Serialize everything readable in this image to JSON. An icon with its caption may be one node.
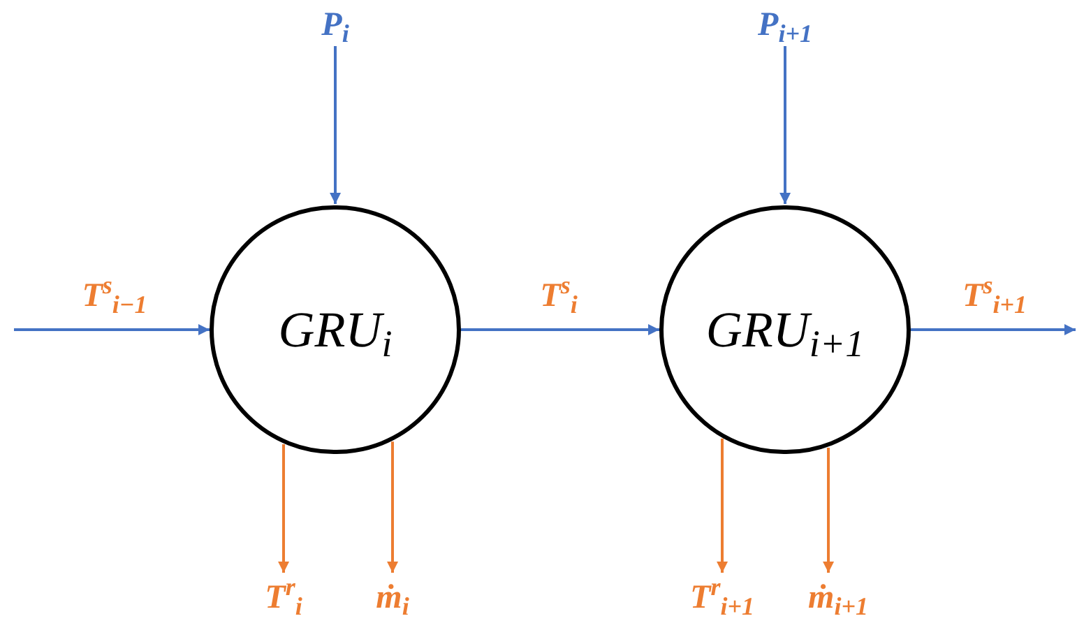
{
  "diagram": {
    "nodes": [
      {
        "text": [
          "P$_{i}$"
        ]
      },
      {
        "text": [
          "P$_{i+1}$"
        ]
      },
      {
        "text": [
          "GRU$_{i}$"
        ]
      },
      {
        "text": [
          "GRU$_{i+1}$"
        ]
      },
      {
        "text": [
          "T$^{r}$$_{i}$"
        ]
      },
      {
        "text": [
          "ṁ$_{i}$"
        ]
      },
      {
        "text": [
          "T$^{r}$$_{i+1}$"
        ]
      },
      {
        "text": [
          "ṁ$_{i+1}$"
        ]
      }
    ],
    "edges": [
      {
        "from": null,
        "to": 2,
        "arrow": "to",
        "label": "T$^{s}$$_{i−1}$",
        "color": "#4472c4"
      },
      {
        "from": 2,
        "to": 3,
        "arrow": "to",
        "label": "T$^{s}$$_{i}$",
        "color": "#4472c4"
      },
      {
        "from": 3,
        "to": null,
        "arrow": "to",
        "label": "T$^{s}$$_{i+1}$",
        "color": "#4472c4"
      },
      {
        "from": 0,
        "to": 2,
        "arrow": "to",
        "color": "#4472c4"
      },
      {
        "from": 1,
        "to": 3,
        "arrow": "to",
        "color": "#4472c4"
      },
      {
        "from": 2,
        "to": 4,
        "arrow": "to",
        "color": "#ed7d31"
      },
      {
        "from": 2,
        "to": 5,
        "arrow": "to",
        "color": "#ed7d31"
      },
      {
        "from": 3,
        "to": 6,
        "arrow": "to",
        "color": "#ed7d31"
      },
      {
        "from": 3,
        "to": 7,
        "arrow": "to",
        "color": "#ed7d31"
      }
    ]
  }
}
